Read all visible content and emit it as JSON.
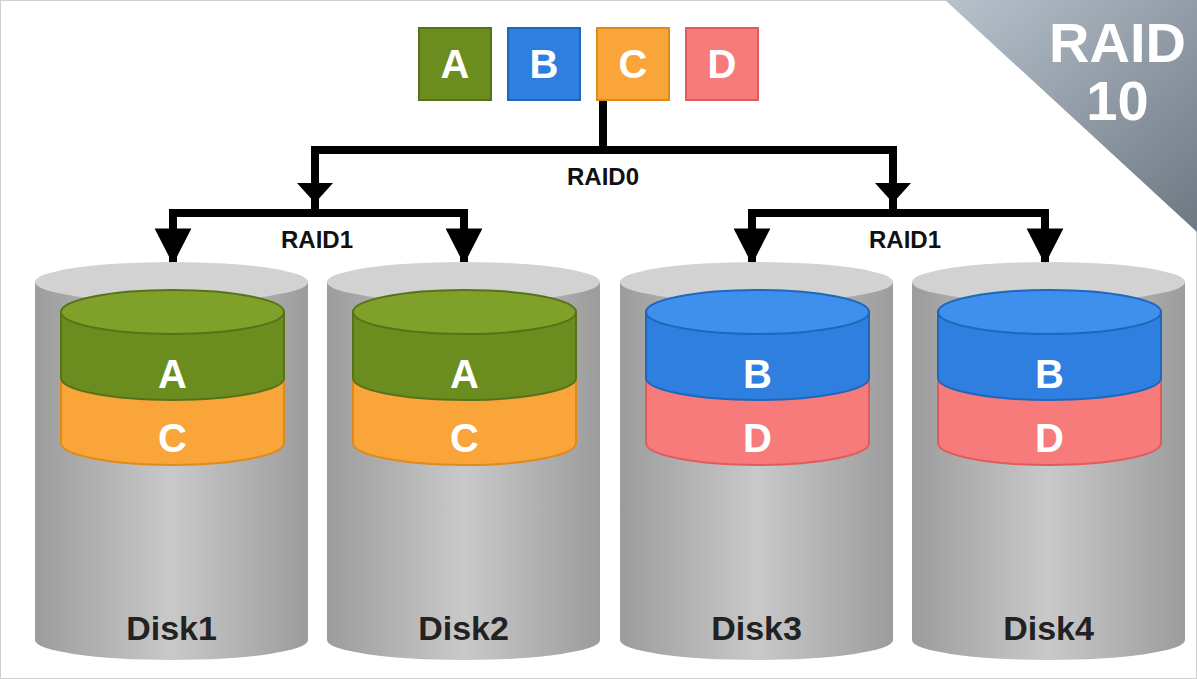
{
  "diagram": {
    "title": "RAID 10",
    "nodes": [
      {
        "text": [
          "A"
        ]
      },
      {
        "text": [
          "B"
        ]
      },
      {
        "text": [
          "C"
        ]
      },
      {
        "text": [
          "D"
        ]
      },
      {
        "text": [
          "Disk1"
        ]
      },
      {
        "text": [
          "A"
        ],
        "in": 4
      },
      {
        "text": [
          "C"
        ],
        "in": 4
      },
      {
        "text": [
          "Disk2"
        ]
      },
      {
        "text": [
          "A"
        ],
        "in": 7
      },
      {
        "text": [
          "C"
        ],
        "in": 7
      },
      {
        "text": [
          "Disk3"
        ]
      },
      {
        "text": [
          "B"
        ],
        "in": 10
      },
      {
        "text": [
          "D"
        ],
        "in": 10
      },
      {
        "text": [
          "Disk4"
        ]
      },
      {
        "text": [
          "B"
        ],
        "in": 13
      },
      {
        "text": [
          "D"
        ],
        "in": 13
      }
    ],
    "edges": [
      {
        "from": 2,
        "to": 4,
        "arrow": "to"
      },
      {
        "from": 2,
        "to": 7,
        "arrow": "to"
      },
      {
        "from": 2,
        "to": 10,
        "arrow": "to"
      },
      {
        "from": 2,
        "to": 13,
        "arrow": "to"
      }
    ],
    "labels": [
      "RAID0",
      "RAID1",
      "RAID1"
    ]
  }
}
